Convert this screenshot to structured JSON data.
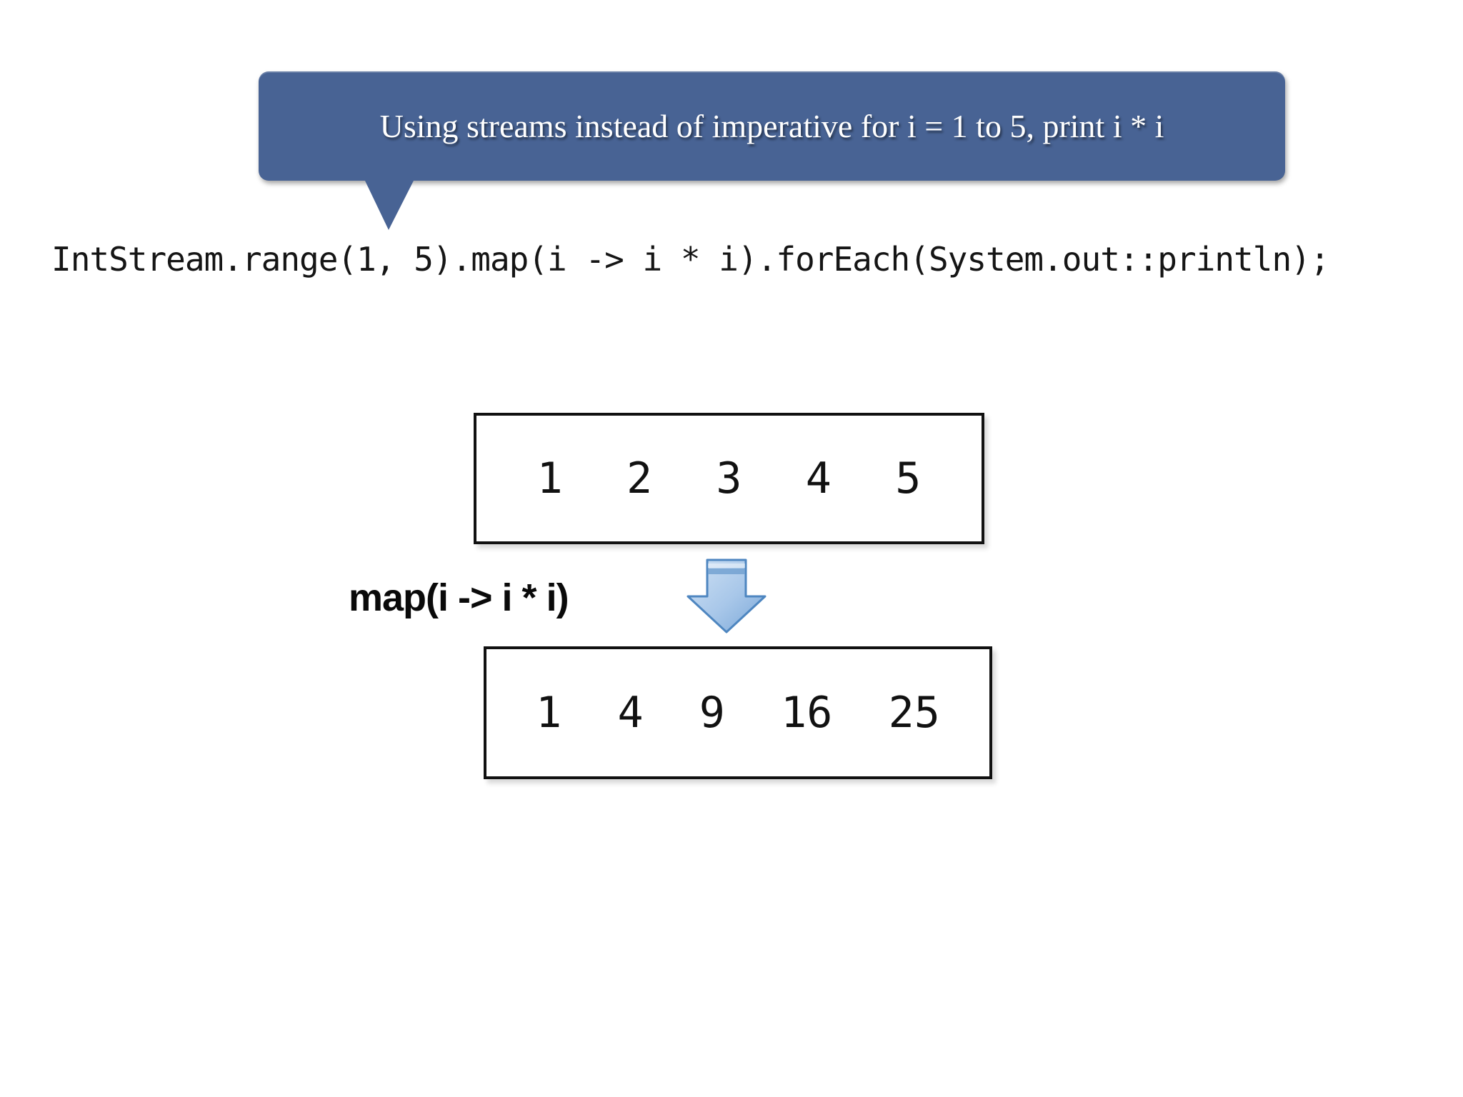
{
  "callout": {
    "text": "Using streams instead of imperative for i = 1 to 5, print i * i",
    "bg_color": "#486394",
    "text_color": "#ffffff"
  },
  "code_line": "IntStream.range(1, 5).map(i -> i * i).forEach(System.out::println);",
  "diagram": {
    "input_values": [
      "1",
      "2",
      "3",
      "4",
      "5"
    ],
    "map_label": "map(i -> i * i)",
    "output_values": [
      "1",
      "4",
      "9",
      "16",
      "25"
    ],
    "arrow_icon": "down-arrow-icon",
    "arrow_fill_light": "#cfe1f4",
    "arrow_fill_dark": "#7aa7d8",
    "arrow_border": "#4e86c0",
    "box_border_color": "#111111"
  }
}
